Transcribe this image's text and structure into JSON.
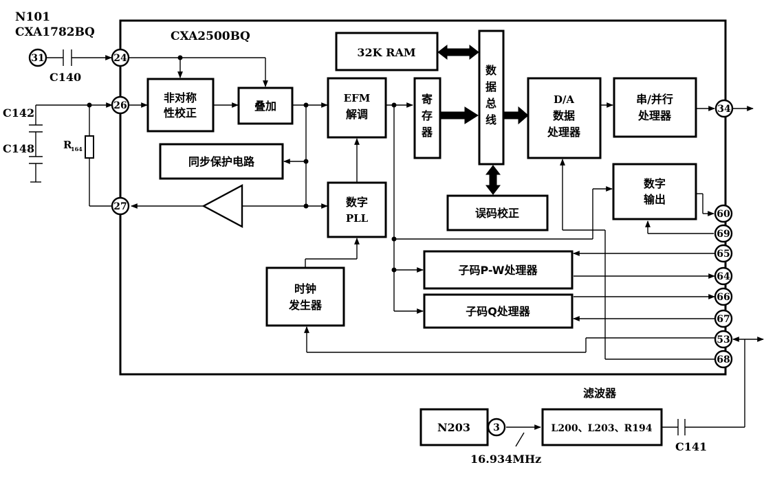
{
  "chips": {
    "n101": "N101",
    "cxa1782": "CXA1782BQ",
    "cxa2500": "CXA2500BQ"
  },
  "components": {
    "c140": "C140",
    "c142": "C142",
    "c148": "C148",
    "r164": "R",
    "r164_sub": "164",
    "c141": "C141"
  },
  "blocks": {
    "asym_l1": "非对称",
    "asym_l2": "性校正",
    "add": "叠加",
    "sync": "同步保护电路",
    "efm_l1": "EFM",
    "efm_l2": "解调",
    "pll_l1": "数字",
    "pll_l2": "PLL",
    "clock_l1": "时钟",
    "clock_l2": "发生器",
    "ram": "32K RAM",
    "reg_l1": "寄",
    "reg_l2": "存",
    "reg_l3": "器",
    "bus_l1": "数",
    "bus_l2": "据",
    "bus_l3": "总",
    "bus_l4": "线",
    "ecc": "误码校正",
    "da_l1": "D/A",
    "da_l2": "数据",
    "da_l3": "处理器",
    "sp_l1": "串/并行",
    "sp_l2": "处理器",
    "dout_l1": "数字",
    "dout_l2": "输出",
    "pw": "子码P-W处理器",
    "q": "子码Q处理器",
    "n203": "N203",
    "filter": "L200、L203、R194"
  },
  "pins": {
    "p31": "31",
    "p24": "24",
    "p26": "26",
    "p27": "27",
    "p34": "34",
    "p60": "60",
    "p69": "69",
    "p65": "65",
    "p64": "64",
    "p66": "66",
    "p67": "67",
    "p53": "53",
    "p68": "68",
    "p3": "3"
  },
  "labels": {
    "filter_title": "滤波器",
    "freq": "16.934MHz"
  }
}
